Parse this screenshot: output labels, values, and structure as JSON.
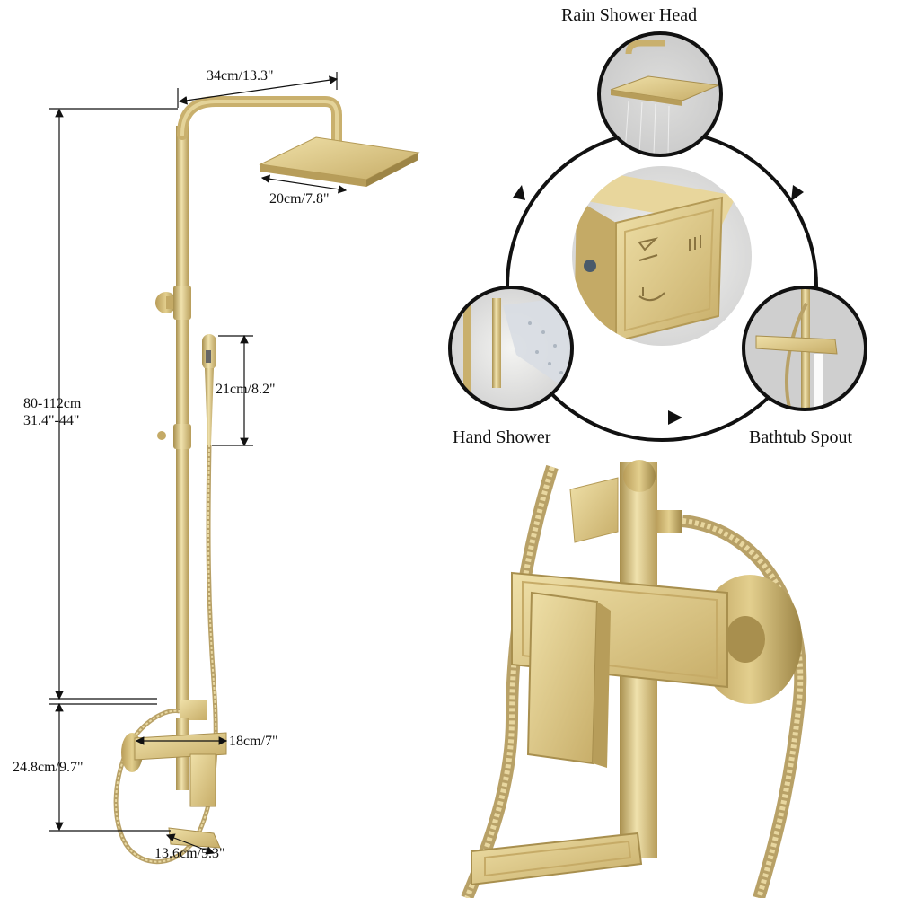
{
  "dimensions": {
    "width_top": "34cm/13.3\"",
    "head_width": "20cm/7.8\"",
    "hand_shower": "21cm/8.2\"",
    "height_line1": "80-112cm",
    "height_line2": "31.4\"-44\"",
    "valve_width": "18cm/7\"",
    "valve_height": "24.8cm/9.7\"",
    "spout_length": "13.6cm/5.3\""
  },
  "functions": {
    "rain": "Rain Shower Head",
    "hand": "Hand Shower",
    "bathtub": "Bathtub Spout"
  },
  "colors": {
    "brass": "#d9c27e",
    "brass_dark": "#a88f4e",
    "brass_light": "#f0e2ad",
    "background_gray": "#e8e8e8"
  }
}
